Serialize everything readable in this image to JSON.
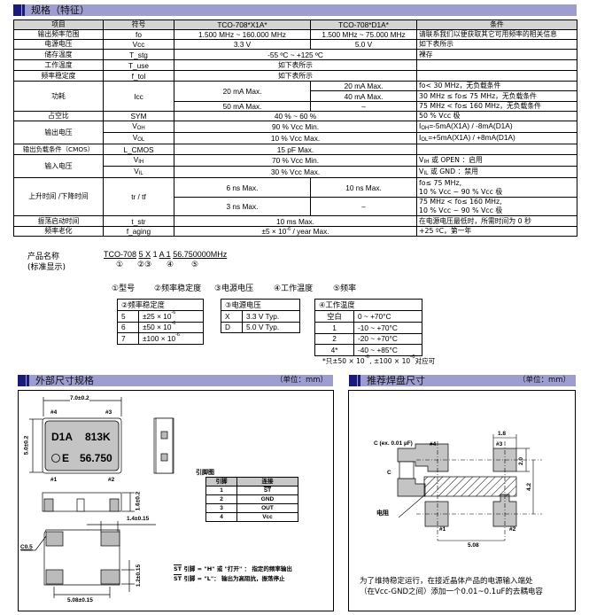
{
  "specs": {
    "title": "规格（特征）",
    "headers": [
      "项目",
      "符号",
      "TCO-708*X1A*",
      "TCO-708*D1A*",
      "条件"
    ],
    "fo": {
      "item": "输出频率范围",
      "sym": "fo",
      "x1a": "1.500 MHz ~ 160.000 MHz",
      "d1a": "1.500 MHz ~ 75.000 MHz",
      "cond": "请联系我们以便获取其它可用频率的相关信息"
    },
    "vcc": {
      "item": "电源电压",
      "sym": "Vcc",
      "x1a": "3.3 V",
      "d1a": "5.0 V",
      "cond": "如下表所示"
    },
    "tstg": {
      "item": "储存温度",
      "sym": "T_stg",
      "val": "-55 ºC ~ +125 ºC",
      "cond": "裸存"
    },
    "tuse": {
      "item": "工作温度",
      "sym": "T_use",
      "val": "如下表所示"
    },
    "ftol": {
      "item": "频率稳定度",
      "sym": "f_tol",
      "val": "如下表所示"
    },
    "icc": {
      "item": "功耗",
      "sym": "Icc",
      "x1a_1": "20 mA Max.",
      "d1a_1": "20 mA Max.",
      "d1a_2": "40 mA Max.",
      "x1a_2": "50 mA Max.",
      "d1a_3": "–",
      "cond_1": "fo< 30 MHz，无负载条件",
      "cond_2": "30 MHz ≤ fo≤ 75 MHz，无负载条件",
      "cond_3": "75 MHz < fo≤ 160 MHz，无负载条件"
    },
    "sym": {
      "item": "占空比",
      "sym": "SYM",
      "val": "40 % ~ 60 %",
      "cond": "50 % Vcc 极"
    },
    "vout": {
      "item": "输出电压",
      "voh_sym": "V",
      "voh_sub": "OH",
      "voh_val": "90 % Vcc Min.",
      "voh_cond_a": "I",
      "voh_cond_sub": "OH",
      "voh_cond_b": "=-5mA(X1A) / -8mA(D1A)",
      "vol_sym": "V",
      "vol_sub": "OL",
      "vol_val": "10 % Vcc Max.",
      "vol_cond_a": "I",
      "vol_cond_sub": "OL",
      "vol_cond_b": "=+5mA(X1A) / +8mA(D1A)"
    },
    "lcmos": {
      "item": "输出负载条件（CMOS）",
      "sym": "L_CMOS",
      "val": "15 pF Max."
    },
    "vin": {
      "item": "输入电压",
      "vih_sym": "V",
      "vih_sub": "IH",
      "vih_val": "70 % Vcc Min.",
      "vih_cond_a": "V",
      "vih_cond_sub": "IH",
      "vih_cond_b": " 或 OPEN ：启用",
      "vil_sym": "V",
      "vil_sub": "IL",
      "vil_val": "30 % Vcc Max.",
      "vil_cond_a": "V",
      "vil_cond_sub": "IL",
      "vil_cond_b": " 或 GND  ：禁用"
    },
    "tr": {
      "item": "上升时间 /下降时间",
      "sym": "tr / tf",
      "x1a_1": "6 ns Max.",
      "d1a_1": "10 ns Max.",
      "cond_1a": "fo≤ 75 MHz,",
      "cond_1b": "10 % Vcc ~ 90 % Vcc 极",
      "x1a_2": "3 ns Max.",
      "d1a_2": "–",
      "cond_2a": "75 MHz < fo≤ 160 MHz,",
      "cond_2b": "10 % Vcc ~ 90 % Vcc 极"
    },
    "tstr": {
      "item": "振荡启动时间",
      "sym": "t_str",
      "val": "10 ms Max.",
      "cond": "在电源电压最低时，所需时间为 0  秒"
    },
    "aging": {
      "item": "频率老化",
      "sym": "f_aging",
      "val_a": "±5 × 10",
      "val_exp": "-6",
      "val_b": " / year Max.",
      "cond": "+25 ºC，第一年"
    }
  },
  "product": {
    "label": "产品名称",
    "label2": "(标准显示)",
    "code_1": "TCO-708",
    "code_2": "5",
    "code_3": "X",
    "code_4": "1",
    "code_5": "A",
    "code_6": "1",
    "code_7": "56.750000MHz",
    "markers": [
      "①",
      "②③",
      "④",
      "⑤"
    ],
    "legend": [
      "①型号",
      "②频率稳定度",
      "③电源电压",
      "④工作温度",
      "⑤频率"
    ]
  },
  "stability": {
    "title": "②频率稳定度",
    "rows": [
      {
        "code": "5",
        "val": "±25 × 10",
        "exp": "-6"
      },
      {
        "code": "6",
        "val": "±50 × 10",
        "exp": "-6"
      },
      {
        "code": "7",
        "val": "±100 × 10",
        "exp": "-6"
      }
    ]
  },
  "voltage": {
    "title": "③电源电压",
    "rows": [
      {
        "code": "X",
        "val": "3.3 V Typ."
      },
      {
        "code": "D",
        "val": "5.0 V Typ."
      }
    ]
  },
  "temperature": {
    "title": "④工作温度",
    "rows": [
      {
        "code": "空白",
        "val": "0 ~ +70°C"
      },
      {
        "code": "1",
        "val": "-10 ~ +70°C"
      },
      {
        "code": "2",
        "val": "-20 ~ +70°C"
      },
      {
        "code": "4*",
        "val": "-40 ~ +85°C"
      }
    ],
    "note_a": "*只±50 × 10",
    "note_exp1": "-6",
    "note_b": ", ±100 × 10",
    "note_exp2": "-6",
    "note_c": "对应可"
  },
  "dimensions": {
    "title": "外部尺寸规格",
    "unit": "（单位：mm）",
    "width": "7.0±0.2",
    "height": "5.0±0.2",
    "thickness": "1.6±0.2",
    "pad_w": "1.4±0.15",
    "pad_h": "1.2±0.15",
    "pitch": "5.08±0.15",
    "chamfer": "C0.5",
    "pins": {
      "p1": "#1",
      "p2": "#2",
      "p3": "#3",
      "p4": "#4"
    },
    "marking": {
      "l1a": "D1A",
      "l1b": "813K",
      "l2a": "E",
      "l2b": "56.750"
    },
    "pin_table": {
      "title": "引脚图",
      "headers": [
        "引脚",
        "连接"
      ],
      "rows": [
        {
          "pin": "1",
          "conn": "ST"
        },
        {
          "pin": "2",
          "conn": "GND"
        },
        {
          "pin": "3",
          "conn": "OUT"
        },
        {
          "pin": "4",
          "conn": "Vcc"
        }
      ]
    },
    "notes": {
      "st": "ST",
      "n1": " 引脚 = \"H\" 或 \"打开\" ： 指定的频率输出",
      "n2": " 引脚 = \"L\"： 输出为高阻抗，振荡停止"
    }
  },
  "land": {
    "title": "推荐焊盘尺寸",
    "unit": "（单位：mm）",
    "cap": "C (ex. 0.01 µF)",
    "c": "C",
    "resistor": "电阻",
    "d1": "1.8",
    "d2": "2.0",
    "d3": "4.2",
    "d4": "5.08",
    "pins": {
      "p1": "#1",
      "p2": "#2",
      "p3": "#3",
      "p4": "#4"
    },
    "note1": "为了维持稳定运行，在接近晶体产品的电源输入端处",
    "note2": "（在Vcc-GND之间）添加一个0.01~0.1uF的去耦电容"
  }
}
